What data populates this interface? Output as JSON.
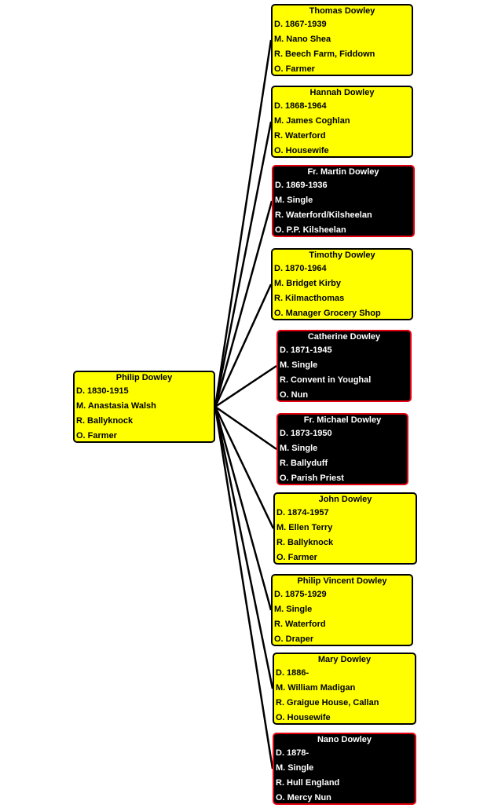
{
  "root": {
    "name": "Philip Dowley",
    "lines": [
      "D. 1830-1915",
      "M. Anastasia Walsh",
      "R. Ballyknock",
      "O. Farmer"
    ]
  },
  "children": [
    {
      "name": "Thomas Dowley",
      "style": "yellow",
      "lines": [
        "D.  1867-1939",
        "M. Nano Shea",
        "R. Beech Farm, Fiddown",
        "O. Farmer"
      ]
    },
    {
      "name": "Hannah Dowley",
      "style": "yellow",
      "lines": [
        "D. 1868-1964",
        "M. James Coghlan",
        "R. Waterford",
        "O. Housewife"
      ]
    },
    {
      "name": "Fr. Martin Dowley",
      "style": "dark",
      "lines": [
        "D. 1869-1936",
        "M. Single",
        "R. Waterford/Kilsheelan",
        "O. P.P.  Kilsheelan"
      ]
    },
    {
      "name": "Timothy Dowley",
      "style": "yellow",
      "lines": [
        "D. 1870-1964",
        "M. Bridget Kirby",
        "R. Kilmacthomas",
        "O. Manager Grocery  Shop"
      ]
    },
    {
      "name": "Catherine  Dowley",
      "style": "dark",
      "lines": [
        "D.  1871-1945",
        "M. Single",
        "R. Convent  in Youghal",
        "O. Nun"
      ]
    },
    {
      "name": "Fr. Michael Dowley",
      "style": "dark",
      "lines": [
        "D. 1873-1950",
        "M. Single",
        "R. Ballyduff",
        "O. Parish  Priest"
      ]
    },
    {
      "name": "John Dowley",
      "style": "yellow",
      "lines": [
        "D. 1874-1957",
        "M. Ellen Terry",
        "R. Ballyknock",
        "O. Farmer"
      ]
    },
    {
      "name": "Philip Vincent  Dowley",
      "style": "yellow",
      "lines": [
        "D. 1875-1929",
        "M. Single",
        "R. Waterford",
        "O. Draper"
      ]
    },
    {
      "name": "Mary Dowley",
      "style": "yellow",
      "lines": [
        "D. 1886-",
        "M. William Madigan",
        "R. Graigue House, Callan",
        "O. Housewife"
      ]
    },
    {
      "name": "Nano Dowley",
      "style": "dark",
      "lines": [
        "D. 1878-",
        "M. Single",
        "R. Hull England",
        "O. Mercy Nun"
      ]
    }
  ],
  "colors": {
    "yellow_fill": "#ffff00",
    "dark_fill": "#000000",
    "dark_border": "#e3000f",
    "connector": "#000000"
  }
}
